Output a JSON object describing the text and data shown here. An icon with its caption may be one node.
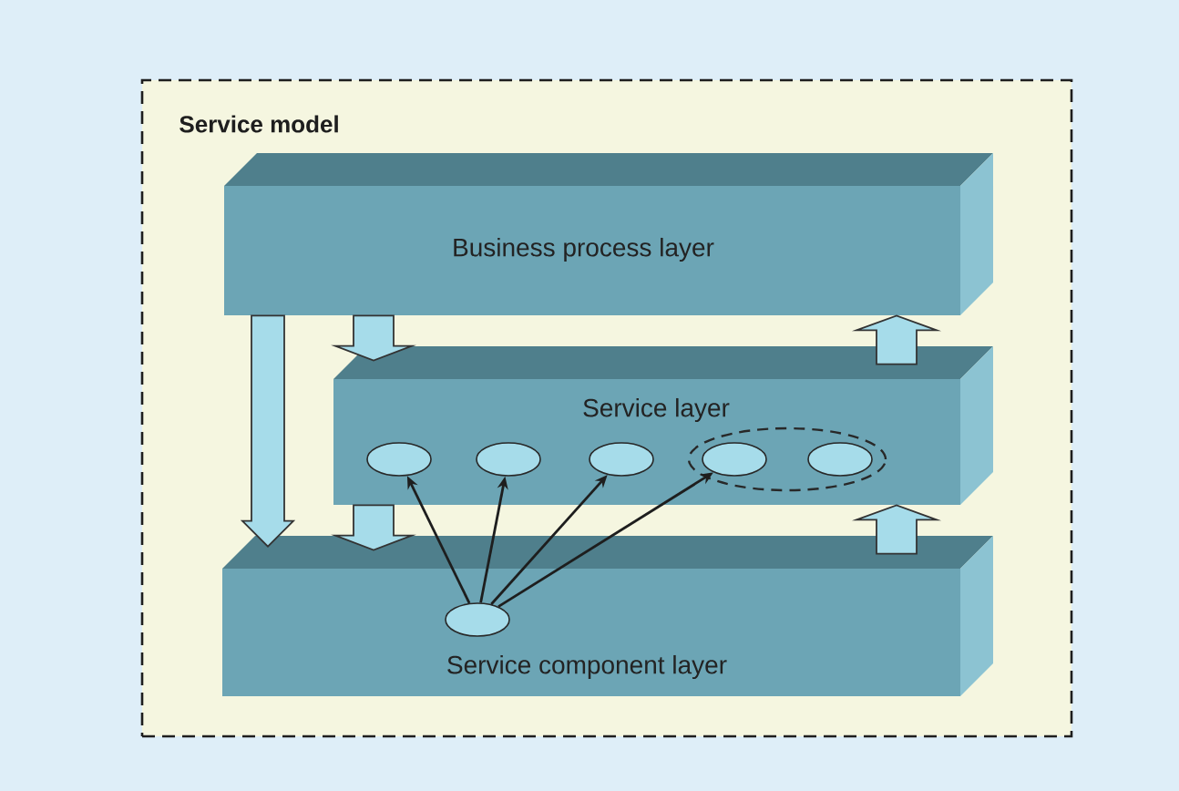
{
  "diagram": {
    "nodes": [
      {
        "text": [
          "Service model"
        ]
      },
      {
        "text": [
          "Business process layer"
        ],
        "in": 0
      },
      {
        "text": [
          "Service layer"
        ],
        "in": 0
      },
      {
        "text": [],
        "shape": "ellipse",
        "in": 2
      },
      {
        "text": [],
        "shape": "ellipse",
        "in": 2
      },
      {
        "text": [],
        "shape": "ellipse",
        "in": 2
      },
      {
        "text": [],
        "shape": "ellipse",
        "in": 2
      },
      {
        "text": [],
        "shape": "ellipse",
        "in": 6
      },
      {
        "text": [],
        "shape": "ellipse",
        "in": 6
      },
      {
        "text": [
          "Service component layer"
        ],
        "in": 0
      },
      {
        "text": [],
        "shape": "ellipse",
        "in": 9
      }
    ],
    "edges": [
      {
        "from": 1,
        "to": 2,
        "arrow": "to",
        "style": "thick"
      },
      {
        "from": 1,
        "to": 9,
        "arrow": "to",
        "style": "thick"
      },
      {
        "from": 2,
        "to": 1,
        "arrow": "to",
        "style": "thick"
      },
      {
        "from": 2,
        "to": 9,
        "arrow": "to",
        "style": "thick"
      },
      {
        "from": 9,
        "to": 2,
        "arrow": "to",
        "style": "thick"
      },
      {
        "from": 10,
        "to": 3,
        "arrow": "to"
      },
      {
        "from": 10,
        "to": 4,
        "arrow": "to"
      },
      {
        "from": 10,
        "to": 5,
        "arrow": "to"
      },
      {
        "from": 10,
        "to": 7,
        "arrow": "to"
      }
    ]
  }
}
